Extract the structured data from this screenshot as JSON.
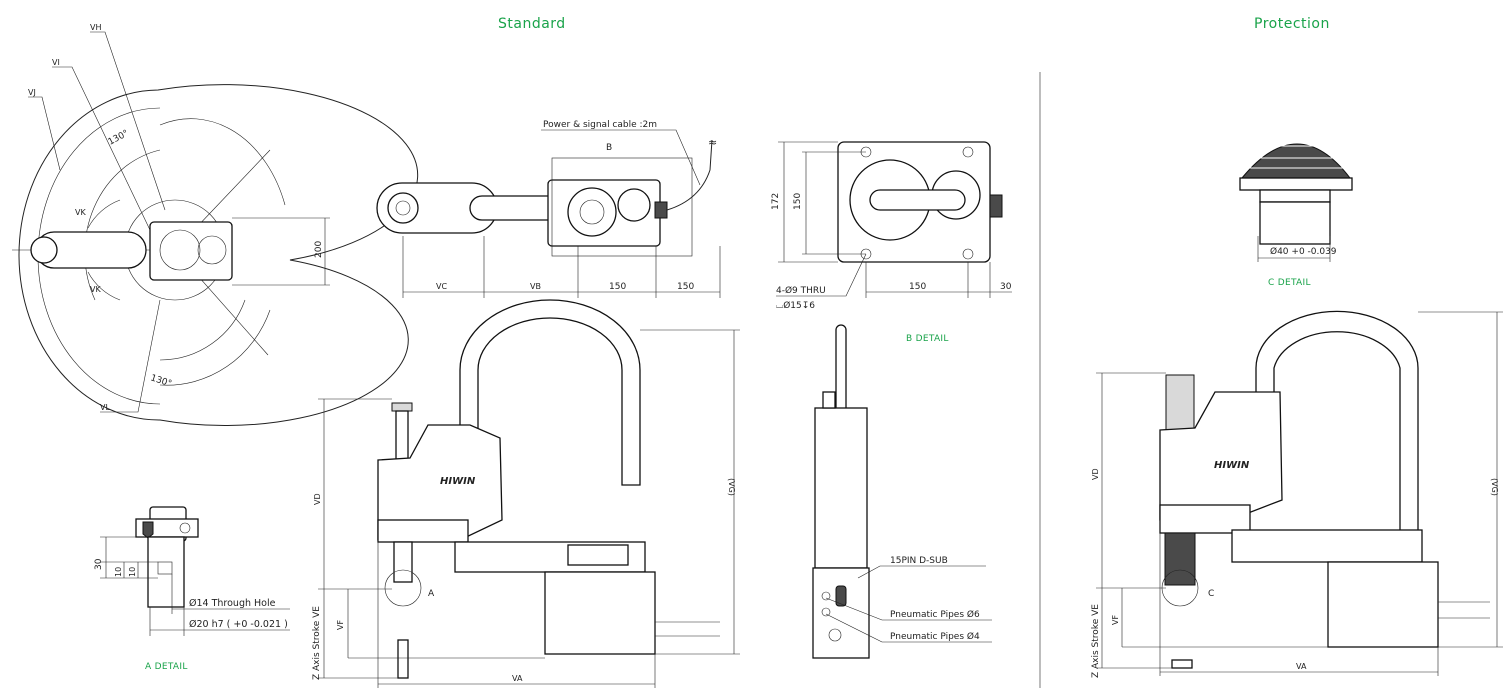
{
  "headings": {
    "standard": "Standard",
    "protection": "Protection"
  },
  "reach_labels": {
    "vh": "VH",
    "vi": "VI",
    "vj": "VJ",
    "vk_upper": "VK",
    "vk_lower": "VK",
    "vl": "VL",
    "angle_upper": "130°",
    "angle_lower": "130°",
    "dim_200": "200"
  },
  "top_view": {
    "cable_label": "Power & signal cable :2m",
    "detail_marker": "B",
    "dim_vc": "VC",
    "dim_vb": "VB",
    "dim_150_a": "150",
    "dim_150_b": "150"
  },
  "b_detail": {
    "dim_172": "172",
    "dim_150_vertical": "150",
    "dim_150_horizontal": "150",
    "dim_30": "30",
    "hole_note_1": "4-Ø9 THRU",
    "hole_note_2": "⌴Ø15↧6",
    "caption": "B DETAIL"
  },
  "a_detail": {
    "dim_30": "30",
    "dim_10_a": "10",
    "dim_10_b": "10",
    "through_hole": "Ø14 Through Hole",
    "shaft": "Ø20 h7 ( +0 -0.021 )",
    "caption": "A DETAIL"
  },
  "side_view": {
    "brand": "HIWIN",
    "dim_vd": "VD",
    "dim_vg": "(VG)",
    "dim_vf": "VF",
    "z_stroke": "Z Axis Stroke VE",
    "dim_va": "VA",
    "detail_marker": "A"
  },
  "rear_view": {
    "dsub": "15PIN D-SUB",
    "pipe_6": "Pneumatic Pipes Ø6",
    "pipe_4": "Pneumatic Pipes Ø4"
  },
  "c_detail": {
    "diameter": "Ø40 +0 -0.039",
    "caption": "C DETAIL"
  },
  "protection_view": {
    "brand": "HIWIN",
    "dim_vd": "VD",
    "dim_vg": "(VG)",
    "dim_vf": "VF",
    "z_stroke": "Z Axis Stroke VE",
    "dim_va": "VA",
    "detail_marker": "C"
  },
  "colors": {
    "accent_green": "#1aa34a",
    "line": "#222222"
  }
}
